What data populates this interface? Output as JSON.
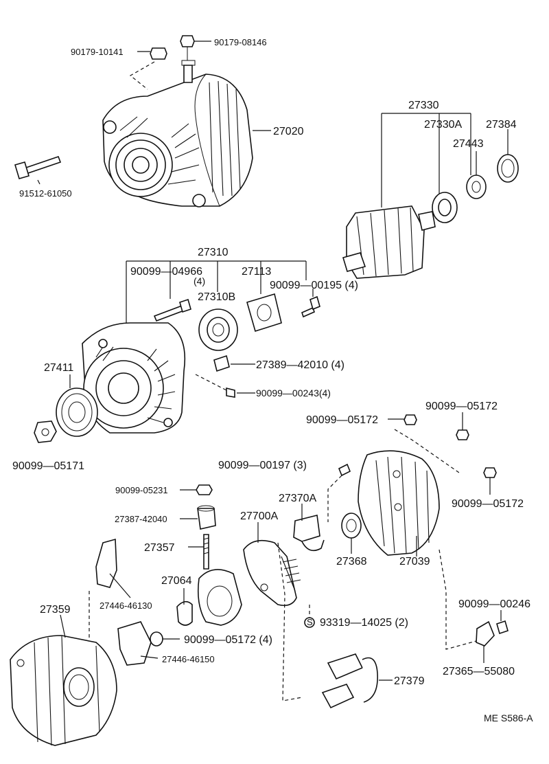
{
  "diagram": {
    "code": "ME S586-A",
    "labels": {
      "p90179_10141": "90179-10141",
      "p90179_08146": "90179-08146",
      "p27020": "27020",
      "p91512_61050": "91512-61050",
      "p27330": "27330",
      "p27330A": "27330A",
      "p27384": "27384",
      "p27443": "27443",
      "p27310": "27310",
      "p90099_04966": "90099—04966",
      "p90099_04966_qty": "(4)",
      "p27113": "27113",
      "p27310B": "27310B",
      "p90099_00195": "90099—00195 (4)",
      "p27411": "27411",
      "p27389_42010": "27389—42010 (4)",
      "p90099_00243": "90099—00243(4)",
      "p90099_05171": "90099—05171",
      "p90099_05172_a": "90099—05172",
      "p90099_05172_b": "90099—05172",
      "p90099_05172_c": "90099—05172",
      "p90099_00197": "90099—00197 (3)",
      "p90099_05231": "90099-05231",
      "p27370A": "27370A",
      "p27387_42040": "27387-42040",
      "p27700A": "27700A",
      "p27357": "27357",
      "p27368": "27368",
      "p27039": "27039",
      "p27064": "27064",
      "p27359": "27359",
      "p27446_46130": "27446-46130",
      "p90099_00246": "90099—00246",
      "p93319_14025": "93319—14025 (2)",
      "p90099_05172_4": "90099—05172 (4)",
      "p27446_46150": "27446-46150",
      "p27379": "27379",
      "p27365_55080": "27365—55080",
      "s_symbol": "S"
    }
  }
}
